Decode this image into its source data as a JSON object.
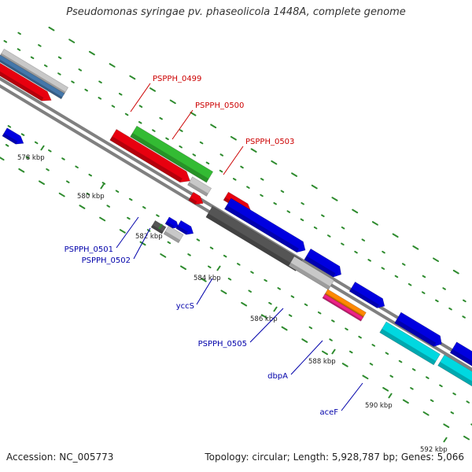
{
  "title": "Pseudomonas syringae pv. phaseolicola 1448A, complete genome",
  "footer": {
    "accession": "Accession: NC_005773",
    "summary": "Topology: circular; Length: 5,928,787 bp; Genes: 5,066"
  },
  "colors": {
    "backbone": "#808080",
    "tick": "#2e8b2e",
    "dot": "#2e8b2e",
    "red_label": "#cc0000",
    "blue_label": "#0000aa",
    "red": "#e8000f",
    "green": "#33bb33",
    "blue": "#0000e0",
    "dark_gray": "#555555",
    "light_gray": "#c8c8c8",
    "cyan": "#00d8e0",
    "steel_blue": "#4477aa",
    "orange": "#ff8800",
    "magenta": "#ee2288"
  },
  "scale_labels": [
    "578 kbp",
    "580 kbp",
    "582 kbp",
    "584 kbp",
    "586 kbp",
    "588 kbp",
    "590 kbp",
    "592 kbp"
  ],
  "gene_labels": [
    {
      "text": "PSPPH_0499",
      "color": "red"
    },
    {
      "text": "PSPPH_0500",
      "color": "red"
    },
    {
      "text": "PSPPH_0503",
      "color": "red"
    },
    {
      "text": "PSPPH_0501",
      "color": "blue"
    },
    {
      "text": "PSPPH_0502",
      "color": "blue"
    },
    {
      "text": "yccS",
      "color": "blue"
    },
    {
      "text": "PSPPH_0505",
      "color": "blue"
    },
    {
      "text": "dbpA",
      "color": "blue"
    },
    {
      "text": "aceF",
      "color": "blue"
    }
  ],
  "features": [
    {
      "color": "light_gray"
    },
    {
      "color": "steel_blue"
    },
    {
      "color": "red"
    },
    {
      "color": "blue"
    },
    {
      "color": "green"
    },
    {
      "color": "red"
    },
    {
      "color": "light_gray"
    },
    {
      "color": "red"
    },
    {
      "color": "red"
    },
    {
      "color": "blue"
    },
    {
      "color": "blue"
    },
    {
      "color": "dark_gray"
    },
    {
      "color": "light_gray"
    },
    {
      "color": "blue"
    },
    {
      "color": "dark_gray"
    },
    {
      "color": "blue"
    },
    {
      "color": "light_gray"
    },
    {
      "color": "blue"
    },
    {
      "color": "orange"
    },
    {
      "color": "magenta"
    },
    {
      "color": "blue"
    },
    {
      "color": "cyan"
    },
    {
      "color": "blue"
    },
    {
      "color": "cyan"
    }
  ]
}
